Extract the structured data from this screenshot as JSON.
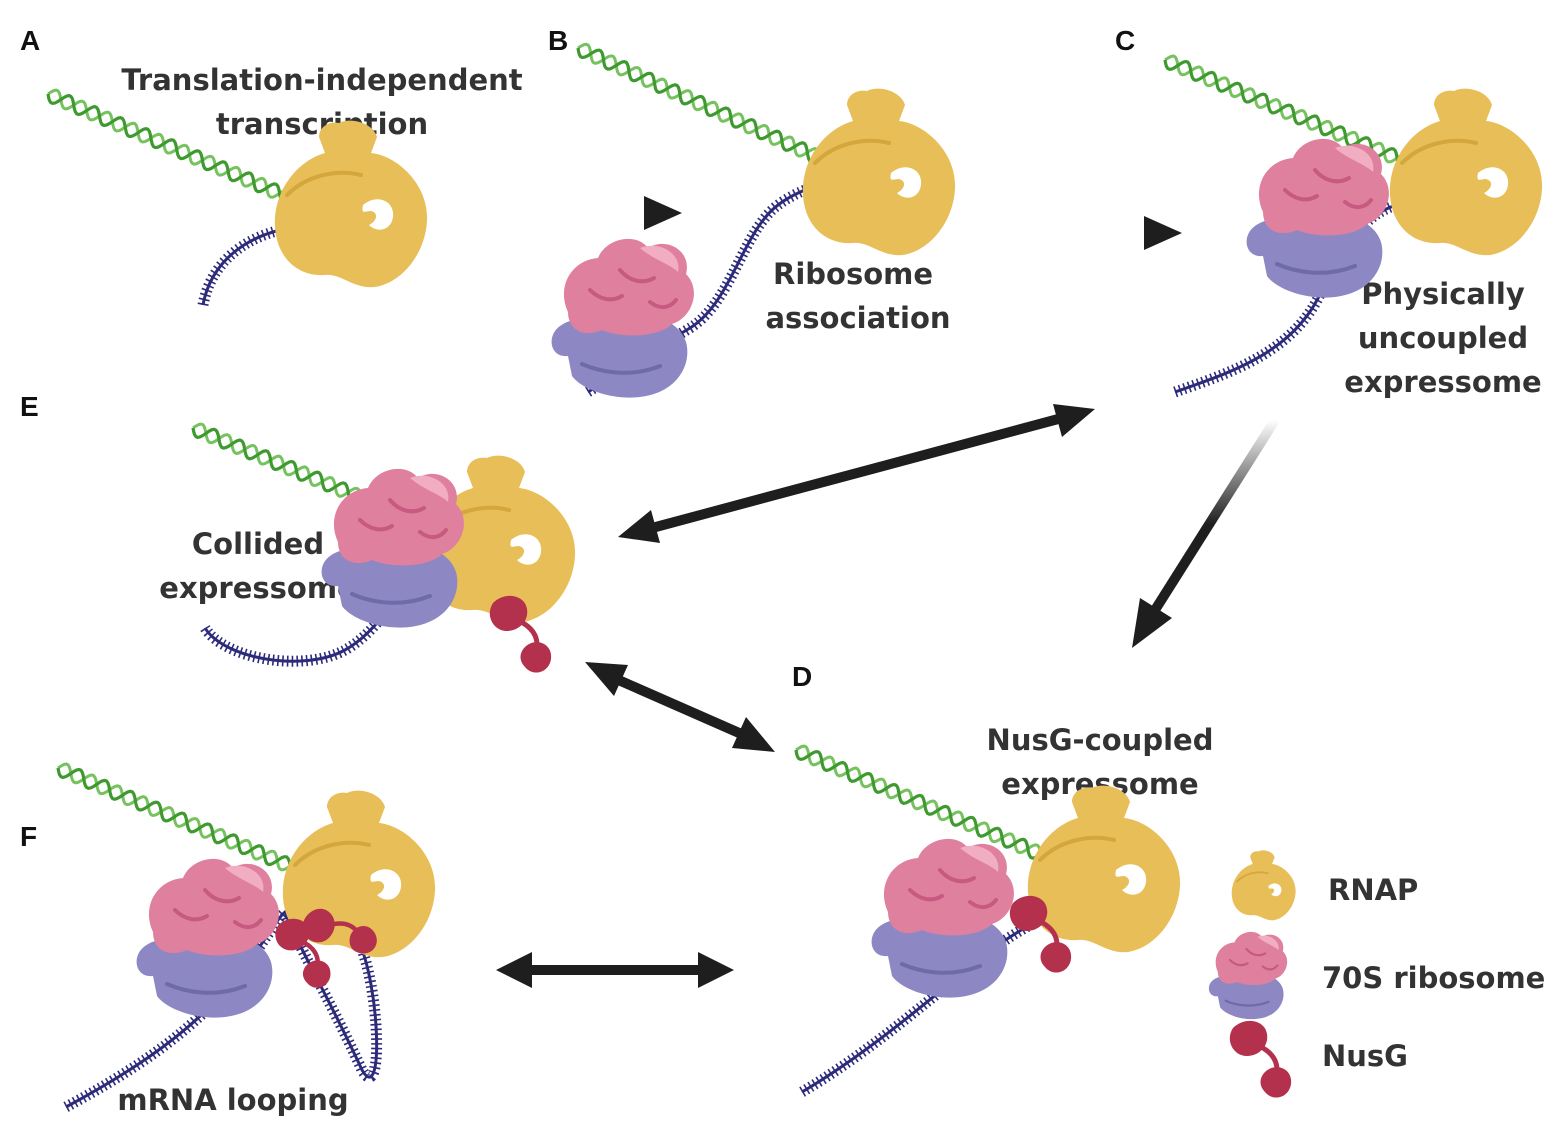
{
  "panels": {
    "a": {
      "letter": "A",
      "caption": [
        "Translation-independent",
        "transcription"
      ]
    },
    "b": {
      "letter": "B",
      "caption": [
        "Ribosome",
        "association"
      ]
    },
    "c": {
      "letter": "C",
      "caption": [
        "Physically",
        "uncoupled",
        "expressome"
      ]
    },
    "d": {
      "letter": "D",
      "caption": [
        "NusG-coupled",
        "expressome"
      ]
    },
    "e": {
      "letter": "E",
      "caption": [
        "Collided",
        "expressome"
      ]
    },
    "f": {
      "letter": "F",
      "caption": [
        "mRNA looping"
      ]
    }
  },
  "legend": [
    {
      "label": "RNAP",
      "icon": "rnap-icon"
    },
    {
      "label": "70S ribosome",
      "icon": "ribosome-icon"
    },
    {
      "label": "NusG",
      "icon": "nusg-icon"
    }
  ],
  "colors": {
    "dna": "#3e9a2e",
    "mrna": "#2c2a7a",
    "rnap": "#e8be58",
    "ribosome_large": "#e0809f",
    "ribosome_small": "#8d88c4",
    "nusg": "#b3314c",
    "arrow": "#1e1e1e"
  }
}
